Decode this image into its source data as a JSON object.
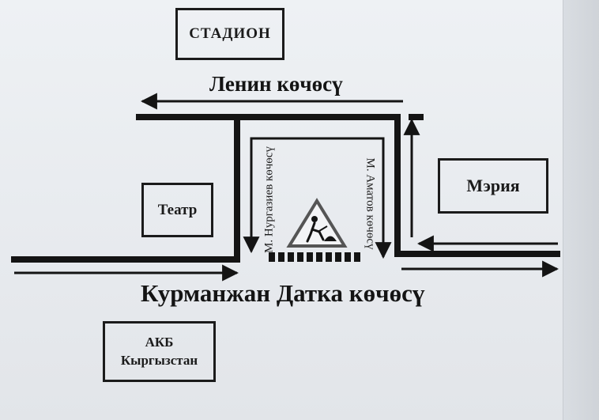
{
  "landmarks": {
    "stadium": "СТАДИОН",
    "theatre": "Театр",
    "city_hall": "Мэрия",
    "bank_line1": "АКБ",
    "bank_line2": "Кыргызстан"
  },
  "streets": {
    "lenin": "Ленин көчөсү",
    "kurmanjan": "Курманжан Датка көчөсү",
    "nurgaziev": "М. Нургазиев көчөсү",
    "amatov": "М. Аматов көчөсү"
  },
  "colors": {
    "ink": "#141414",
    "sign_fill": "#f3f4f6"
  },
  "icons": {
    "roadworks": "road-works-sign-icon"
  }
}
